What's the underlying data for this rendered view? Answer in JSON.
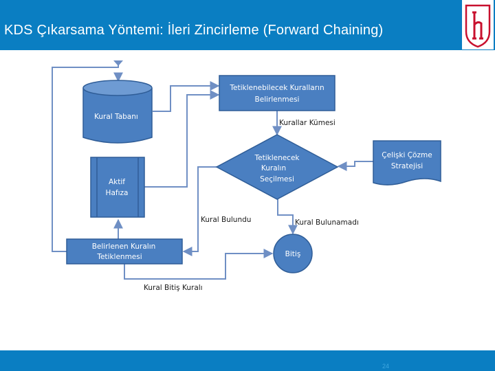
{
  "slide": {
    "title": "KDS Çıkarsama Yöntemi: İleri Zincirleme (Forward Chaining)",
    "page_number": "24"
  },
  "colors": {
    "header_bar": "#0a7ec2",
    "node_fill": "#4a7fc1",
    "node_stroke": "#2f5d97",
    "arrow": "#6f8fc4",
    "logo_red": "#c8102e"
  },
  "diagram": {
    "nodes": {
      "rule_base": {
        "shape": "cylinder",
        "label": "Kural Tabanı"
      },
      "determine_rules": {
        "shape": "rectangle",
        "line1": "Tetiklenebilecek Kuralların",
        "line2": "Belirlenmesi"
      },
      "select_rule": {
        "shape": "diamond",
        "line1": "Tetiklenecek",
        "line2": "Kuralın",
        "line3": "Seçilmesi"
      },
      "conflict_strategy": {
        "shape": "document",
        "line1": "Çelişki Çözme",
        "line2": "Stratejisi"
      },
      "working_memory": {
        "shape": "rectangle",
        "line1": "Aktif",
        "line2": "Hafıza"
      },
      "fire_rule": {
        "shape": "rectangle",
        "line1": "Belirlenen Kuralın",
        "line2": "Tetiklenmesi"
      },
      "end": {
        "shape": "circle",
        "label": "Bitiş"
      }
    },
    "edge_labels": {
      "rule_set": "Kurallar Kümesi",
      "rule_found": "Kural Bulundu",
      "rule_not_found": "Kural Bulunamadı",
      "rule_end": "Kural Bitiş Kuralı"
    }
  }
}
